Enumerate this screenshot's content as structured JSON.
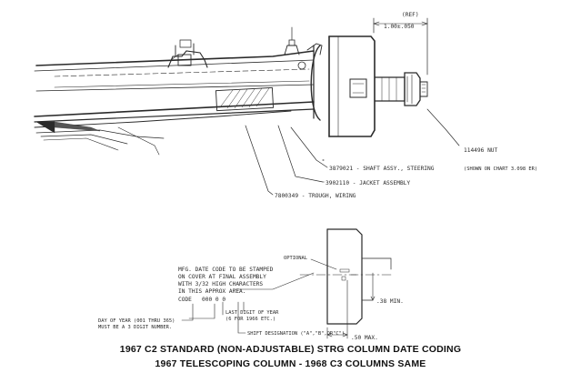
{
  "labels": {
    "ref": "(REF)",
    "dim_top": "1.00±.050",
    "nut": "114496 NUT",
    "shaft_assy": "3879021 - SHAFT ASSY., STEERING",
    "shown_note": "(SHOWN ON CHART 3.098 ER)",
    "jacket": "3902110 - JACKET ASSEMBLY",
    "trough": "7800349 - TROUGH, WIRING",
    "optional": "OPTIONAL",
    "min_dim": ".38 MIN.",
    "max_dim": ".50 MAX."
  },
  "notes": {
    "mfg_line1": "MFG. DATE CODE TO BE STAMPED",
    "mfg_line2": "ON COVER AT FINAL ASSEMBLY",
    "mfg_line3": "WITH 3/32 HIGH CHARACTERS",
    "mfg_line4": "IN THIS APPROX AREA.",
    "code_label": "CODE",
    "code_value": "000 0 0",
    "last_digit1": "LAST DIGIT OF YEAR",
    "last_digit2": "(6 FOR 1966 ETC.)",
    "shift": "SHIFT DESIGNATION (\"A\",\"B\",OR\"C\")",
    "day_line1": "DAY OF YEAR (001 THRU 365)",
    "day_line2": "MUST BE A 3 DIGIT NUMBER."
  },
  "captions": {
    "line1": "1967 C2 STANDARD (NON-ADJUSTABLE) STRG COLUMN DATE CODING",
    "line2": "1967 TELESCOPING COLUMN - 1968 C3 COLUMNS SAME"
  },
  "colors": {
    "ink": "#2a2a2a",
    "caption": "#111111"
  }
}
